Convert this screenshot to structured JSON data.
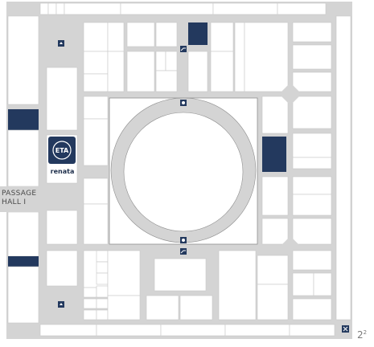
{
  "hall": {
    "passage_label_line1": "PASSAGE",
    "passage_label_line2": "HALL  I",
    "hall_number_main": "2",
    "hall_number_sup": "2"
  },
  "brand": {
    "name": "renata",
    "logo_text": "ETA",
    "color": "#23395e"
  },
  "colors": {
    "aisle": "#d4d4d4",
    "booth_border": "#c9c9c9",
    "highlight_booth": "#23395e",
    "background": "#ffffff"
  },
  "icons": [
    "elevator-icon",
    "escalator-icon",
    "exit-icon"
  ]
}
